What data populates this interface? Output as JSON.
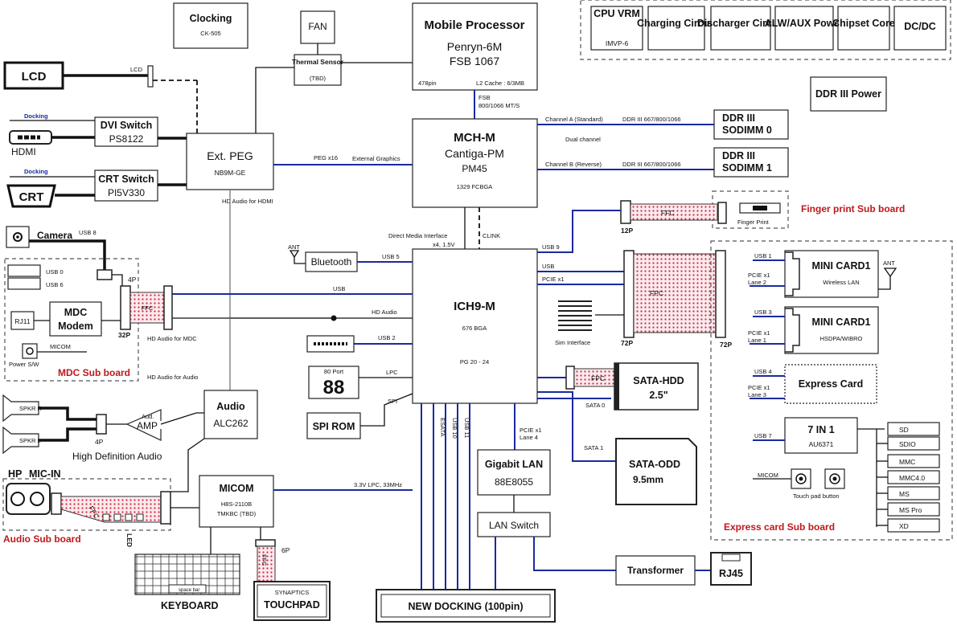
{
  "power_group": [
    "CPU VRM",
    "Charging Circuit",
    "Discharger Circuit",
    "ALW/AUX Power",
    "Chipset Core",
    "DC/DC"
  ],
  "power_sub": "IMVP-6",
  "ddr_power": "DDR III Power",
  "clocking": {
    "title": "Clocking",
    "sub": "CK-505"
  },
  "fan": "FAN",
  "thermal": {
    "title": "Thermal Sensor",
    "sub": "(TBD)"
  },
  "cpu": {
    "title": "Mobile Processor",
    "line1": "Penryn-6M",
    "line2": "FSB 1067",
    "pins": "478pin",
    "cache": "L2 Cache : 6/3MB"
  },
  "fsb": {
    "l1": "FSB",
    "l2": "800/1066 MT/S"
  },
  "mch": {
    "title": "MCH-M",
    "line1": "Cantiga-PM",
    "line2": "PM45",
    "pkg": "1329 FCBGA"
  },
  "ddr": {
    "chA": "Channel A (Standard)",
    "chB": "Channel B (Reverse)",
    "dual": "Dual channel",
    "speedA": "DDR III 667/800/1066",
    "speedB": "DDR III 667/800/1066",
    "dimm0": [
      "DDR III",
      "SODIMM 0"
    ],
    "dimm1": [
      "DDR III",
      "SODIMM 1"
    ]
  },
  "peg": {
    "title": "Ext. PEG",
    "sub": "NB9M-GE",
    "x16": "PEG x16",
    "ext": "External Graphics",
    "hda": "HD Audio for HDMI"
  },
  "lcd": {
    "box": "LCD",
    "label": "LCD"
  },
  "dvi": {
    "docking": "Docking",
    "title": "DVI Switch",
    "sub": "PS8122",
    "hdmi": "HDMI"
  },
  "crt": {
    "docking": "Docking",
    "title": "CRT Switch",
    "sub": "PI5V330",
    "box": "CRT"
  },
  "dmi": {
    "l1": "Direct Media Interface",
    "l2": "x4, 1.5V",
    "clink": "CLINK"
  },
  "fingerprint": {
    "title": "Finger Print",
    "fpc": "FFC",
    "pins": "12P",
    "sub": "Finger print Sub board"
  },
  "ich": {
    "title": "ICH9-M",
    "pkg": "676 BGA",
    "pg": "PG 20 - 24"
  },
  "bluetooth": {
    "ant": "ANT",
    "title": "Bluetooth",
    "bus": "USB 5"
  },
  "mdc_board": {
    "camera": "Camera",
    "usb8": "USB 8",
    "usb0": "USB 0",
    "usb6": "USB 6",
    "rj11": "RJ11",
    "mdc": [
      "MDC",
      "Modem"
    ],
    "micom": "MICOM",
    "power_sw": "Power S/W",
    "sub": "MDC Sub board",
    "p4": "4P",
    "p32": "32P",
    "ffc": "FFC"
  },
  "ich_buses": {
    "usb": "USB",
    "hd_audio": "HD Audio",
    "hd_mdc": "HD Audio for MDC",
    "hd_audio2": "HD Audio for Audio",
    "usb2": "USB 2",
    "usb9": "USB 9",
    "pciex1": "PCIE x1",
    "lpc": "LPC",
    "spi": "SPI",
    "sata0": "SATA 0",
    "sata1": "SATA 1",
    "esata": "ESATA",
    "usb10": "USB 10",
    "usb11": "USB 11",
    "pcie_lane": [
      "PCIE x1",
      "Lane 4"
    ],
    "lpc33": "3.3V LPC, 33MHz"
  },
  "port80": {
    "label": "80 Port",
    "digits": "88"
  },
  "spirom": "SPI ROM",
  "sim": "Sim Interface",
  "fpc_main": {
    "label": "FPC",
    "p72a": "72P",
    "p72b": "72P"
  },
  "express_board": {
    "mini1": {
      "bus": "USB 1",
      "pcie": [
        "PCIE x1",
        "Lane 2"
      ],
      "title": "MINI CARD1",
      "sub": "Wireless LAN",
      "ant": "ANT"
    },
    "mini2": {
      "bus": "USB 3",
      "pcie": [
        "PCIE x1",
        "Lane 1"
      ],
      "title": "MINI CARD1",
      "sub": "HSDPA/WIBRO"
    },
    "express": {
      "bus": "USB 4",
      "pcie": [
        "PCIE x1",
        "Lane 3"
      ],
      "title": "Express Card"
    },
    "sevenin1": {
      "bus": "USB 7",
      "title": "7 IN 1",
      "sub": "AU6371"
    },
    "cards": [
      "SD",
      "SDIO",
      "MMC",
      "MMC4.0",
      "MS",
      "MS Pro",
      "XD"
    ],
    "micom": "MICOM",
    "touchbtn": "Touch pad button",
    "sub": "Express card Sub board"
  },
  "hdd": {
    "fpc": "FPC",
    "title": "SATA-HDD",
    "size": "2.5\""
  },
  "odd": {
    "title": "SATA-ODD",
    "size": "9.5mm"
  },
  "lan": {
    "title": "Gigabit LAN",
    "sub": "88E8055",
    "switch": "LAN Switch",
    "xfmr": "Transformer",
    "rj45": "RJ45"
  },
  "audio": {
    "title": "Audio",
    "sub": "ALC262",
    "amp": "AMP",
    "aud": "Aud.",
    "p4": "4P",
    "hda": "High Definition Audio",
    "spkr_r": "SPKR  R",
    "spkr_l": "SPKR  L"
  },
  "audio_board": {
    "hp": "HP",
    "micin": "MIC-IN",
    "ffc": "FFC",
    "sub": "Audio Sub board",
    "led": "LED"
  },
  "micom": {
    "title": "MICOM",
    "sub1": "H8S-2110B",
    "sub2": "TMKBC (TBD)"
  },
  "keyboard": {
    "title": "KEYBOARD",
    "space": "space bar"
  },
  "touchpad": {
    "brand": "SYNAPTICS",
    "title": "TOUCHPAD",
    "ffc": "FFC",
    "p6": "6P"
  },
  "docking": "NEW DOCKING (100pin)"
}
